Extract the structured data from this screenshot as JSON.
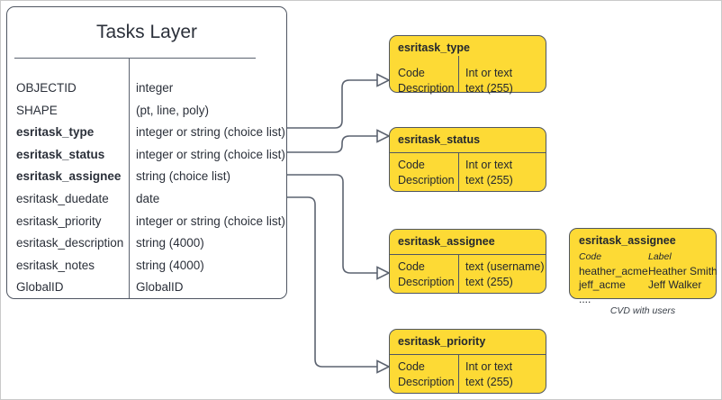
{
  "diagram": {
    "entity": {
      "title": "Tasks Layer",
      "fields": [
        {
          "name": "OBJECTID",
          "type": "integer",
          "bold": false
        },
        {
          "name": "SHAPE",
          "type": "(pt, line, poly)",
          "bold": false
        },
        {
          "name": "esritask_type",
          "type": "integer or string (choice list)",
          "bold": true
        },
        {
          "name": "esritask_status",
          "type": "integer or string (choice list)",
          "bold": true
        },
        {
          "name": "esritask_assignee",
          "type": "string (choice list)",
          "bold": true
        },
        {
          "name": "esritask_duedate",
          "type": "date",
          "bold": false
        },
        {
          "name": "esritask_priority",
          "type": "integer or string (choice list)",
          "bold": false
        },
        {
          "name": "esritask_description",
          "type": "string (4000)",
          "bold": false
        },
        {
          "name": "esritask_notes",
          "type": "string (4000)",
          "bold": false
        },
        {
          "name": "GlobalID",
          "type": "GlobalID",
          "bold": false
        }
      ]
    },
    "domains": [
      {
        "title": "esritask_type",
        "left_lines": [
          "Code",
          "Description"
        ],
        "right_lines": [
          "Int or text",
          "text (255)"
        ]
      },
      {
        "title": "esritask_status",
        "left_lines": [
          "Code",
          "Description"
        ],
        "right_lines": [
          "Int or text",
          "text (255)"
        ]
      },
      {
        "title": "esritask_assignee",
        "left_lines": [
          "Code",
          "Description"
        ],
        "right_lines": [
          "text  (username)",
          "text (255)"
        ]
      },
      {
        "title": "esritask_priority",
        "left_lines": [
          "Code",
          "Description"
        ],
        "right_lines": [
          "Int or text",
          "text (255)"
        ]
      }
    ],
    "assignee_values": {
      "title": "esritask_assignee",
      "header": {
        "code": "Code",
        "label": "Label"
      },
      "rows": [
        {
          "code": "heather_acme",
          "label": "Heather Smith"
        },
        {
          "code": "jeff_acme",
          "label": "Jeff Walker"
        },
        {
          "code": "....",
          "label": ""
        }
      ],
      "caption": "CVD with users"
    },
    "colors": {
      "domain_fill": "#fdda35",
      "border": "#4f5662",
      "connector": "#5c6370",
      "text": "#2b303a"
    }
  }
}
